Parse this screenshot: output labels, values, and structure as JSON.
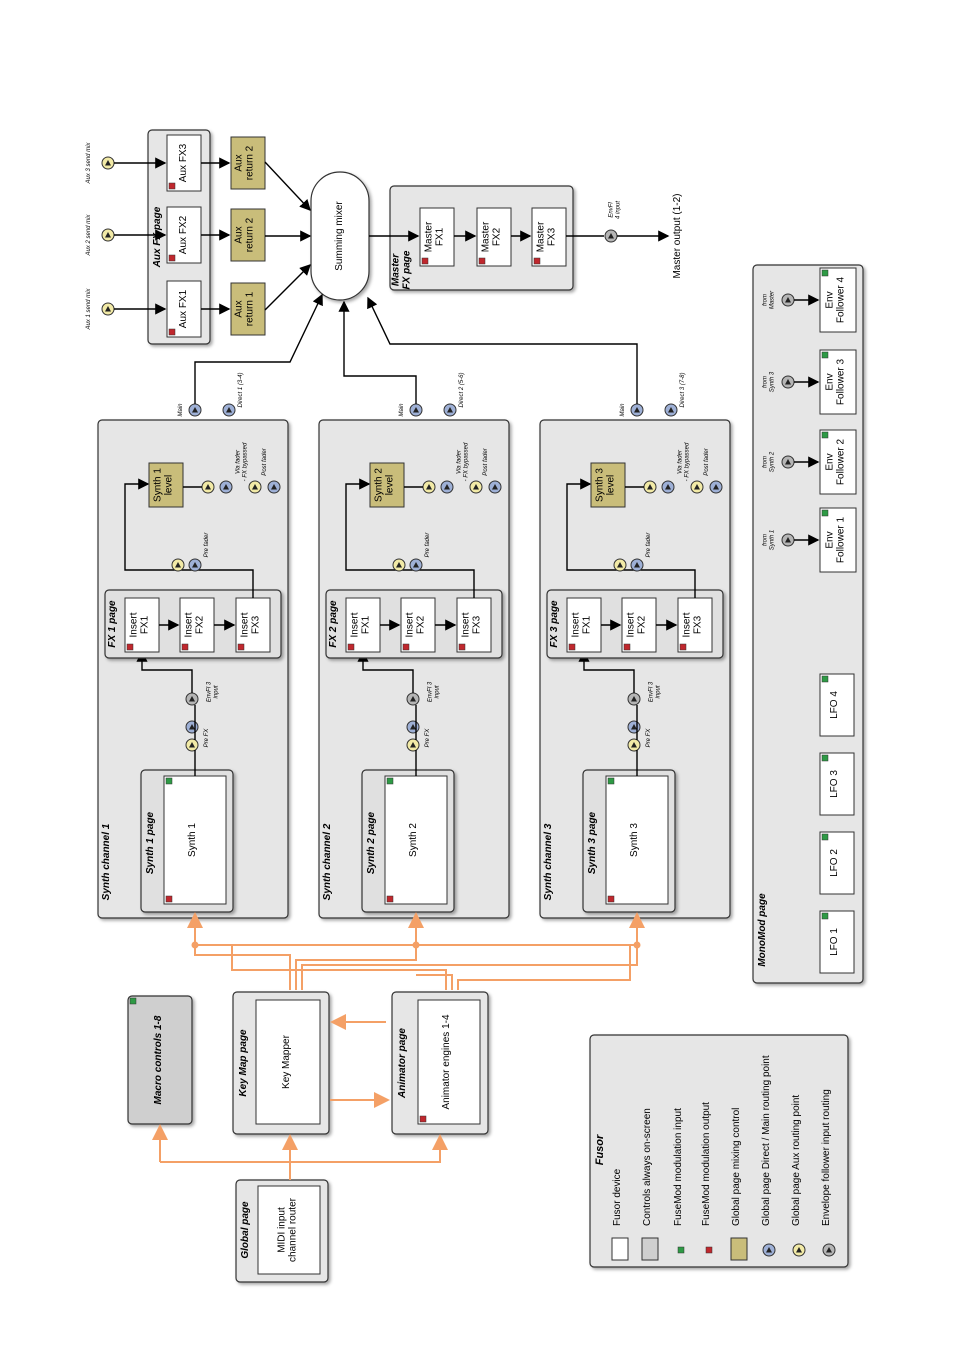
{
  "aux_fx_page": {
    "title": "Aux FX page",
    "fx": [
      "Aux FX1",
      "Aux FX2",
      "Aux FX3"
    ],
    "send_mix": [
      "Aux 1 send mix",
      "Aux 2 send mix",
      "Aux 3 send mix"
    ],
    "returns": [
      "Aux return 1",
      "Aux return 2",
      "Aux return 2"
    ]
  },
  "summing_mixer": "Summing mixer",
  "master_fx_page": {
    "title": "Master FX page",
    "fx": [
      "Master FX1",
      "Master FX2",
      "Master FX3"
    ],
    "envfl_input": "EnvFl 4 input",
    "output": "Master output (1-2)"
  },
  "synth_channels": [
    {
      "title": "Synth channel 1",
      "synth_page": "Synth 1 page",
      "synth": "Synth 1",
      "fx_page": "FX 1 page",
      "inserts": [
        "Insert FX1",
        "Insert FX2",
        "Insert FX3"
      ],
      "level": "Synth 1 level",
      "pre_fx": "Pre FX",
      "envfl": "EnvFl 3 input",
      "pre_fader": "Pre fader",
      "via_fader": "Via fader - FX bypassed",
      "post_fader": "Post fader",
      "main": "Main",
      "direct": "Direct 1 (3-4)"
    },
    {
      "title": "Synth channel 2",
      "synth_page": "Synth 2 page",
      "synth": "Synth 2",
      "fx_page": "FX 2 page",
      "inserts": [
        "Insert FX1",
        "Insert FX2",
        "Insert FX3"
      ],
      "level": "Synth 2 level",
      "pre_fx": "Pre FX",
      "envfl": "EnvFl 3 input",
      "pre_fader": "Pre fader",
      "via_fader": "Via fader - FX bypassed",
      "post_fader": "Post fader",
      "main": "Main",
      "direct": "Direct 2 (5-6)"
    },
    {
      "title": "Synth channel 3",
      "synth_page": "Synth 3 page",
      "synth": "Synth 3",
      "fx_page": "FX 3 page",
      "inserts": [
        "Insert FX1",
        "Insert FX2",
        "Insert FX3"
      ],
      "level": "Synth 3 level",
      "pre_fx": "Pre FX",
      "envfl": "EnvFl 3 input",
      "pre_fader": "Pre fader",
      "via_fader": "Via fader - FX bypassed",
      "post_fader": "Post fader",
      "main": "Main",
      "direct": "Direct 3 (7-8)"
    }
  ],
  "monomod_page": {
    "title": "MonoMod page",
    "lfos": [
      "LFO 1",
      "LFO 2",
      "LFO 3",
      "LFO 4"
    ],
    "env_followers": [
      "Env Follower 1",
      "Env Follower 2",
      "Env Follower 3",
      "Env Follower 4"
    ],
    "env_from": [
      "from Synth 1",
      "from Synth 2",
      "from Synth 3",
      "from Master"
    ]
  },
  "macro_controls": "Macro controls 1-8",
  "key_map_page": {
    "title": "Key Map page",
    "device": "Key Mapper"
  },
  "animator_page": {
    "title": "Animator page",
    "device": "Animator engines 1-4"
  },
  "global_page": {
    "title": "Global page",
    "device": "MIDI input channel router"
  },
  "legend": {
    "title": "Fusor",
    "items": [
      "Fusor device",
      "Controls always on-screen",
      "FuseMod modulation input",
      "FuseMod modulation output",
      "Global page mixing control",
      "Global page Direct / Main routing point",
      "Global page Aux routing point",
      "Envelope follower input routing"
    ]
  },
  "colors": {
    "panel": "#e6e6e6",
    "page_border": "#333333",
    "device": "#ffffff",
    "gold": "#c9bd7a",
    "modulation_input": "#2e9a45",
    "modulation_output": "#c0272d",
    "routing_orange": "#f4a066",
    "blue_point": "#9eb0d6",
    "yellow_point": "#f2eaa6",
    "gray_point": "#b5b5b5"
  }
}
